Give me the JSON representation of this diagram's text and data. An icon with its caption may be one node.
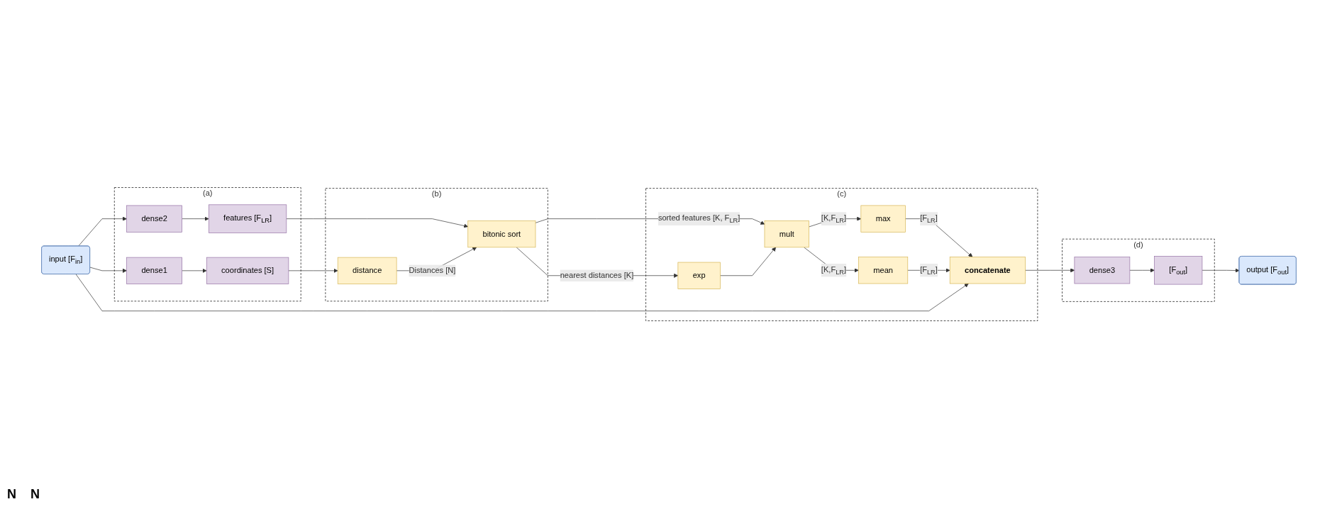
{
  "diagram": {
    "nodes": [
      {
        "text": [
          "input [F$_{in}$]"
        ]
      },
      {
        "text": [
          "(a)"
        ]
      },
      {
        "text": [
          "dense1"
        ],
        "in": 1
      },
      {
        "text": [
          "coordinates [S]"
        ],
        "in": 1
      },
      {
        "text": [
          "dense2"
        ],
        "in": 1
      },
      {
        "text": [
          "features [F$_{LR}$]"
        ],
        "in": 1
      },
      {
        "text": [
          "(b)"
        ]
      },
      {
        "text": [
          "distance"
        ],
        "in": 6
      },
      {
        "text": [
          "bitonic sort"
        ],
        "in": 6
      },
      {
        "text": [
          "(c)"
        ]
      },
      {
        "text": [
          "exp"
        ],
        "in": 9
      },
      {
        "text": [
          "mult"
        ],
        "in": 9
      },
      {
        "text": [
          "max"
        ],
        "in": 9
      },
      {
        "text": [
          "mean"
        ],
        "in": 9
      },
      {
        "text": [
          "concatenate"
        ],
        "in": 9
      },
      {
        "text": [
          "(d)"
        ]
      },
      {
        "text": [
          "dense3"
        ],
        "in": 15
      },
      {
        "text": [
          "[F$_{out}$]"
        ],
        "in": 15
      },
      {
        "text": [
          "output [F$_{out}$]"
        ]
      }
    ],
    "edges": [
      {
        "from": 0,
        "to": 2,
        "arrow": "to"
      },
      {
        "from": 2,
        "to": 3,
        "arrow": "to"
      },
      {
        "from": 3,
        "to": 7,
        "arrow": "to"
      },
      {
        "from": 0,
        "to": 4,
        "arrow": "to"
      },
      {
        "from": 4,
        "to": 5,
        "arrow": "to"
      },
      {
        "from": 5,
        "to": 8,
        "arrow": "to"
      },
      {
        "from": 7,
        "to": 8,
        "arrow": "to",
        "label": "Distances [N]"
      },
      {
        "from": 8,
        "to": 10,
        "arrow": "to",
        "label": "nearest distances [K]"
      },
      {
        "from": 8,
        "to": 11,
        "arrow": "to",
        "label": "sorted features [K, F$_{LR}$]"
      },
      {
        "from": 10,
        "to": 11,
        "arrow": "to"
      },
      {
        "from": 11,
        "to": 12,
        "arrow": "to",
        "label": "[K,F$_{LR}$]"
      },
      {
        "from": 11,
        "to": 13,
        "arrow": "to",
        "label": "[K,F$_{LR}$]"
      },
      {
        "from": 12,
        "to": 14,
        "arrow": "to",
        "label": "[F$_{LR}$]"
      },
      {
        "from": 13,
        "to": 14,
        "arrow": "to",
        "label": "[F$_{LR}$]"
      },
      {
        "from": 0,
        "to": 14,
        "arrow": "to"
      },
      {
        "from": 14,
        "to": 16,
        "arrow": "to"
      },
      {
        "from": 16,
        "to": 17,
        "arrow": "to"
      },
      {
        "from": 17,
        "to": 18,
        "arrow": "to"
      }
    ],
    "labels": [
      "N",
      "N"
    ]
  }
}
